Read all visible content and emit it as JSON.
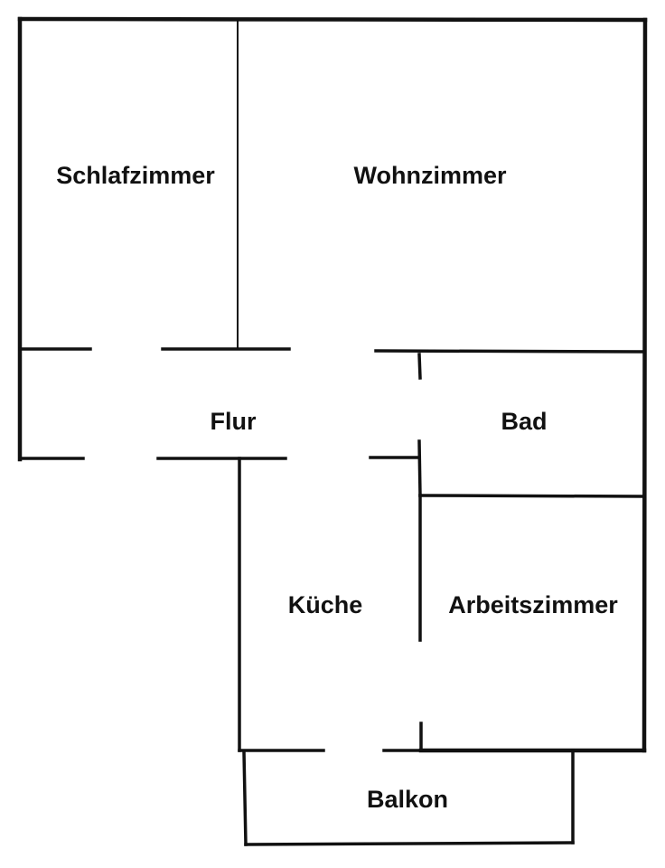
{
  "plan": {
    "rooms": [
      {
        "id": "schlafzimmer",
        "label": "Schlafzimmer"
      },
      {
        "id": "wohnzimmer",
        "label": "Wohnzimmer"
      },
      {
        "id": "flur",
        "label": "Flur"
      },
      {
        "id": "bad",
        "label": "Bad"
      },
      {
        "id": "kueche",
        "label": "Küche"
      },
      {
        "id": "arbeitszimmer",
        "label": "Arbeitszimmer"
      },
      {
        "id": "balkon",
        "label": "Balkon"
      }
    ],
    "colors": {
      "wall": "#111111",
      "background": "#ffffff",
      "label": "#111111"
    }
  }
}
